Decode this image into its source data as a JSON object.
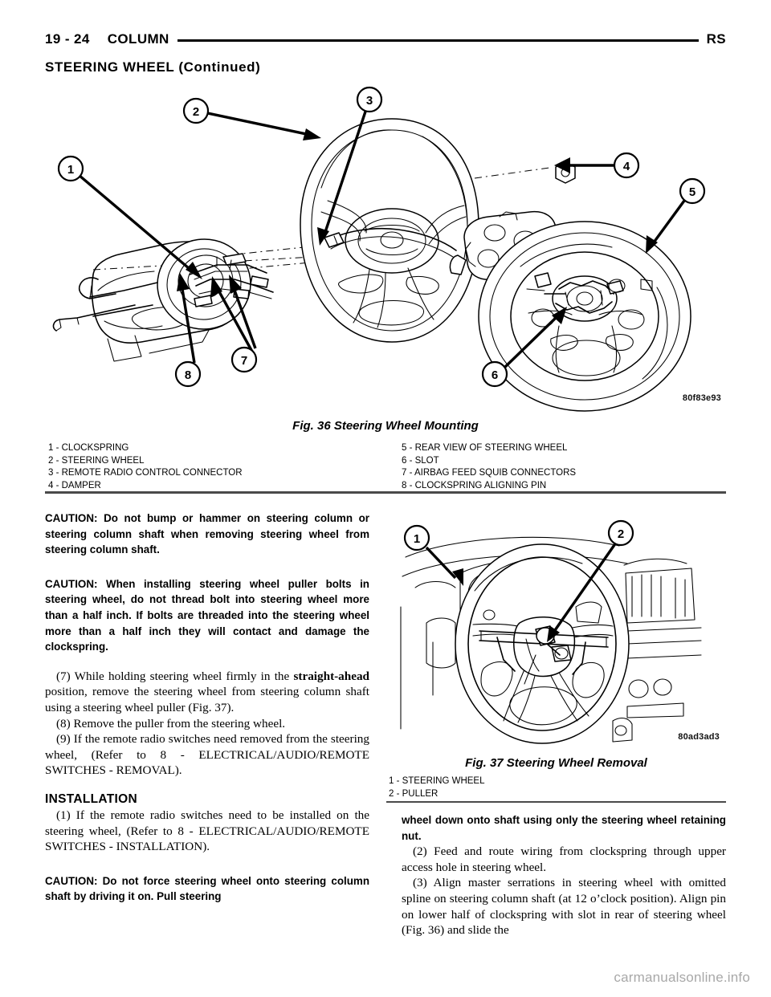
{
  "header": {
    "page_number": "19 - 24",
    "section": "COLUMN",
    "book_code": "RS",
    "subhead": "STEERING WHEEL (Continued)"
  },
  "figures": [
    {
      "id": "fig-36",
      "caption": "Fig. 36 Steering Wheel Mounting",
      "image_id": "80f83e93",
      "legend_left": [
        "1 - CLOCKSPRING",
        "2 - STEERING WHEEL",
        "3 - REMOTE RADIO CONTROL CONNECTOR",
        "4 - DAMPER"
      ],
      "legend_right": [
        "5 - REAR VIEW OF STEERING WHEEL",
        "6 - SLOT",
        "7 - AIRBAG FEED SQUIB CONNECTORS",
        "8 - CLOCKSPRING ALIGNING PIN"
      ],
      "callouts": [
        "1",
        "2",
        "3",
        "4",
        "5",
        "6",
        "7",
        "8"
      ]
    },
    {
      "id": "fig-37",
      "caption": "Fig. 37 Steering Wheel Removal",
      "image_id": "80ad3ad3",
      "legend_left": [
        "1 - STEERING WHEEL",
        "2 - PULLER"
      ],
      "callouts": [
        "1",
        "2"
      ]
    }
  ],
  "left_column": {
    "caution_1": "CAUTION: Do not bump or hammer on steering column or steering column shaft when removing steering wheel from steering column shaft.",
    "caution_2": "CAUTION: When installing steering wheel puller bolts in steering wheel, do not thread bolt into steering wheel more than a half inch. If bolts are threaded into the steering wheel more than a half inch they will contact and damage the clockspring.",
    "step_7_a": "(7) While holding steering wheel firmly in the ",
    "step_7_bold": "straight-ahead",
    "step_7_b": " position, remove the steering wheel from steering column shaft using a steering wheel puller (Fig. 37).",
    "step_8": "(8) Remove the puller from the steering wheel.",
    "step_9": "(9) If the remote radio switches need removed from the steering wheel, (Refer to 8 - ELECTRICAL/AUDIO/REMOTE SWITCHES - REMOVAL).",
    "installation_heading": "INSTALLATION",
    "install_step_1": "(1) If the remote radio switches need to be installed on the steering wheel, (Refer to 8 - ELECTRICAL/AUDIO/REMOTE SWITCHES - INSTALLATION).",
    "caution_3": "CAUTION: Do not force steering wheel onto steering column shaft by driving it on. Pull steering"
  },
  "right_column": {
    "caution_3_cont": "wheel down onto shaft using only the steering wheel retaining nut.",
    "install_step_2": "(2) Feed and route wiring from clockspring through upper access hole in steering wheel.",
    "install_step_3": "(3) Align master serrations in steering wheel with omitted spline on steering column shaft (at 12 o’clock position). Align pin on lower half of clockspring with slot in rear of steering wheel (Fig. 36) and slide the"
  },
  "watermark": "carmanualsonline.info",
  "colors": {
    "ink": "#000000",
    "rule": "#4a4a4a",
    "watermark": "#a8a8a8",
    "paper": "#ffffff"
  }
}
